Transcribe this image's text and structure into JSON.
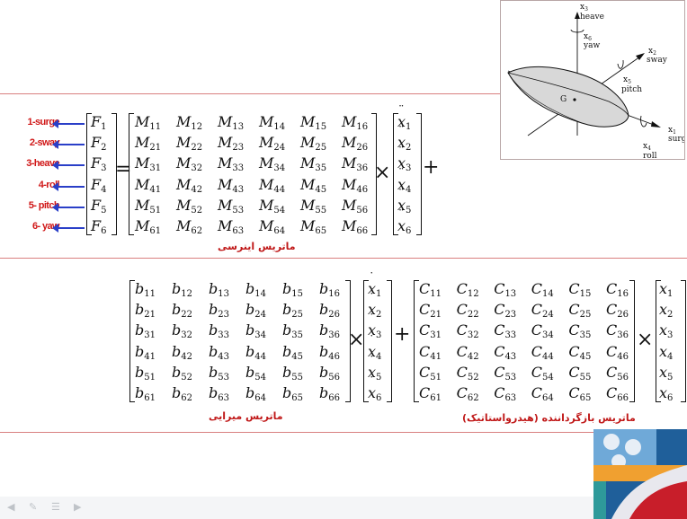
{
  "dofs": [
    {
      "label": "1-surge",
      "force": "F",
      "sub": "1"
    },
    {
      "label": "2-sway",
      "force": "F",
      "sub": "2"
    },
    {
      "label": "3-heave",
      "force": "F",
      "sub": "3"
    },
    {
      "label": "4-roll",
      "force": "F",
      "sub": "4"
    },
    {
      "label": "5- pitch",
      "force": "F",
      "sub": "5"
    },
    {
      "label": "6- yaw",
      "force": "F",
      "sub": "6"
    }
  ],
  "operators": {
    "equals": "=",
    "times": "×",
    "plus": "+"
  },
  "inertia": {
    "symbol": "M",
    "caption": "ماتریس اینرسی",
    "vector_symbol": "x"
  },
  "damping": {
    "symbol": "b",
    "caption": "ماتریس میرایی",
    "vector_symbol": "x"
  },
  "restoring": {
    "symbol": "C",
    "caption": "ماتریس بازگرداننده (هیدرواستاتیک)",
    "vector_symbol": "x"
  },
  "figure": {
    "labels": {
      "x3": "x",
      "x3_sub": "3",
      "heave": "heave",
      "x6": "x",
      "x6_sub": "6",
      "yaw": "yaw",
      "x2": "x",
      "x2_sub": "2",
      "sway": "sway",
      "x5": "x",
      "x5_sub": "5",
      "pitch": "pitch",
      "G": "G",
      "x1": "x",
      "x1_sub": "1",
      "surge": "surge",
      "x4": "x",
      "x4_sub": "4",
      "roll": "roll"
    }
  },
  "colors": {
    "dof_label": "#d01818",
    "dof_arrow": "#2a3fc8",
    "caption": "#c01818",
    "rule": "#d98080"
  },
  "icons": [
    "back-arrow-icon",
    "pen-icon",
    "menu-icon",
    "forward-arrow-icon"
  ]
}
